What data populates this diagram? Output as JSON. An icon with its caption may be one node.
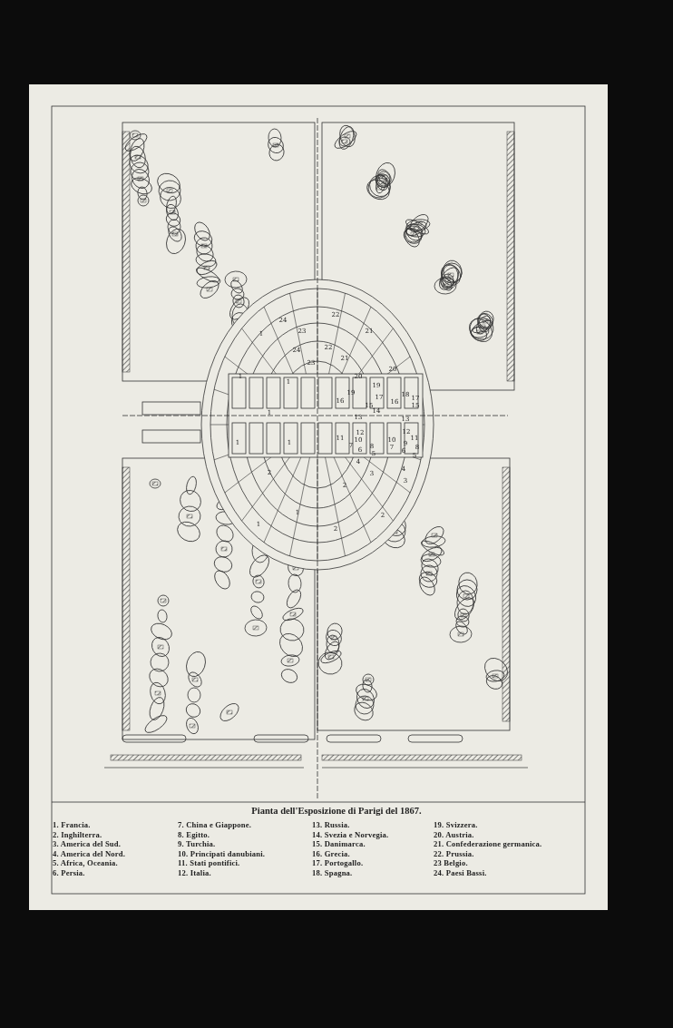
{
  "diagram": {
    "title": "Pianta dell'Esposizione di Parigi del 1867.",
    "labels": [
      "22",
      "1",
      "24",
      "23",
      "21",
      "22",
      "24",
      "21",
      "20",
      "1",
      "23",
      "20",
      "1",
      "19",
      "19",
      "16",
      "17",
      "16",
      "18",
      "17",
      "15",
      "15",
      "14",
      "1",
      "13",
      "13",
      "12",
      "12",
      "1",
      "1",
      "11",
      "10",
      "10",
      "11",
      "9",
      "8",
      "7",
      "6",
      "8",
      "7",
      "6",
      "5",
      "5",
      "4",
      "4",
      "3",
      "3",
      "2",
      "2",
      "1",
      "2",
      "1",
      "2",
      "1. Francia.",
      "2. Inghilterra.",
      "3. America del Sud.",
      "4. America del Nord.",
      "5. Africa, Oceania.",
      "6. Persia.",
      "7. China e Giappone.",
      "8. Egitto.",
      "9. Turchia.",
      "10. Principati danubiani.",
      "11. Stati pontifici.",
      "12. Italia.",
      "13. Russia.",
      "14. Svezia e Norvegia.",
      "15. Danimarca.",
      "16. Grecia.",
      "17. Portogallo.",
      "18. Spagna.",
      "19. Svizzera.",
      "20. Austria.",
      "21. Confederazione germanica.",
      "22. Prussia.",
      "23 Belgio.",
      "24. Paesi Bassi."
    ]
  }
}
